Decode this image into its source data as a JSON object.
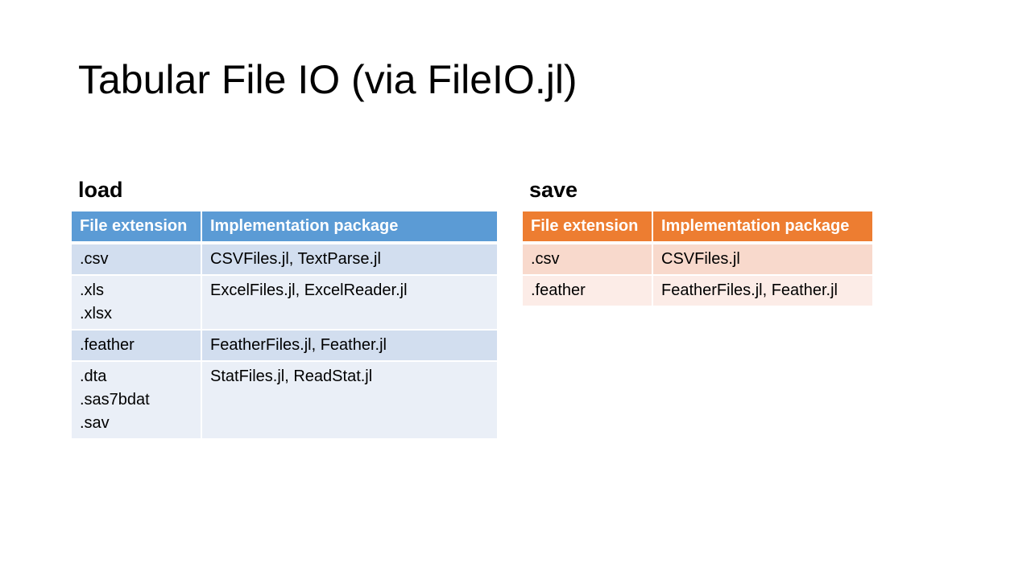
{
  "slide": {
    "title": "Tabular File IO (via FileIO.jl)"
  },
  "load": {
    "label": "load",
    "headers": [
      "File extension",
      "Implementation package"
    ],
    "rows": [
      {
        "extension": ".csv",
        "packages": "CSVFiles.jl, TextParse.jl"
      },
      {
        "extension": ".xls\n.xlsx",
        "packages": "ExcelFiles.jl, ExcelReader.jl"
      },
      {
        "extension": ".feather",
        "packages": "FeatherFiles.jl, Feather.jl"
      },
      {
        "extension": ".dta\n.sas7bdat\n.sav",
        "packages": "StatFiles.jl, ReadStat.jl"
      }
    ],
    "header_color": "#5b9bd5",
    "row_colors": [
      "#d2deef",
      "#eaeff7"
    ]
  },
  "save": {
    "label": "save",
    "headers": [
      "File extension",
      "Implementation package"
    ],
    "rows": [
      {
        "extension": ".csv",
        "packages": "CSVFiles.jl"
      },
      {
        "extension": ".feather",
        "packages": "FeatherFiles.jl, Feather.jl"
      }
    ],
    "header_color": "#ed7d31",
    "row_colors": [
      "#f8d9cc",
      "#fcece7"
    ]
  }
}
